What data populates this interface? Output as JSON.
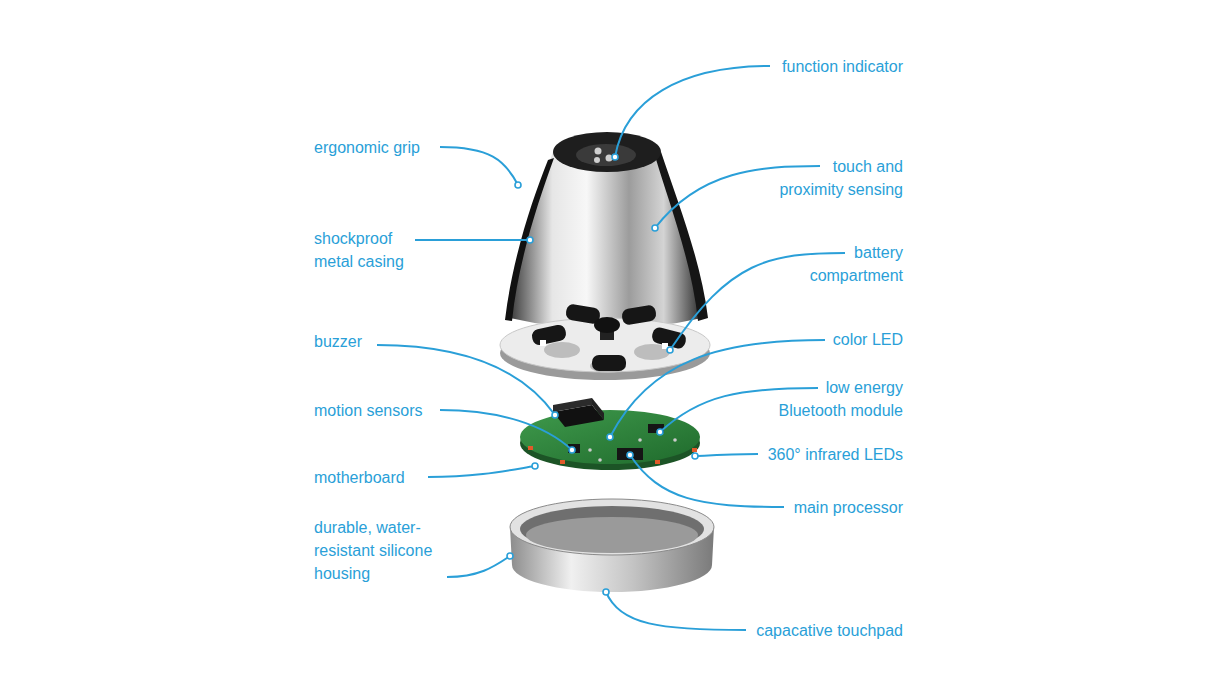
{
  "diagram": {
    "labels": [
      "function indicator",
      "ergonomic grip",
      "touch and proximity sensing",
      "shockproof metal casing",
      "battery compartment",
      "buzzer",
      "color LED",
      "low energy Bluetooth module",
      "motion sensors",
      "360° infrared LEDs",
      "motherboard",
      "main processor",
      "durable, water-resistant silicone housing",
      "capacative touchpad"
    ]
  }
}
